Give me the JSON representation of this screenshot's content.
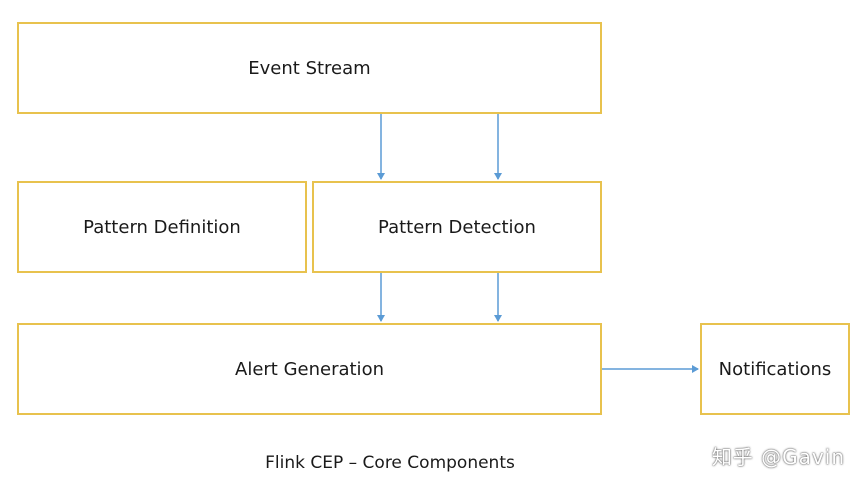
{
  "boxes": {
    "event_stream": "Event Stream",
    "pattern_definition": "Pattern Definition",
    "pattern_detection": "Pattern Detection",
    "alert_generation": "Alert Generation",
    "notifications": "Notifications"
  },
  "caption": "Flink CEP – Core Components",
  "watermark": "知乎 @Gavin",
  "colors": {
    "box_border": "#e8c24e",
    "arrow": "#5b9bd5",
    "text": "#1a1a1a"
  }
}
